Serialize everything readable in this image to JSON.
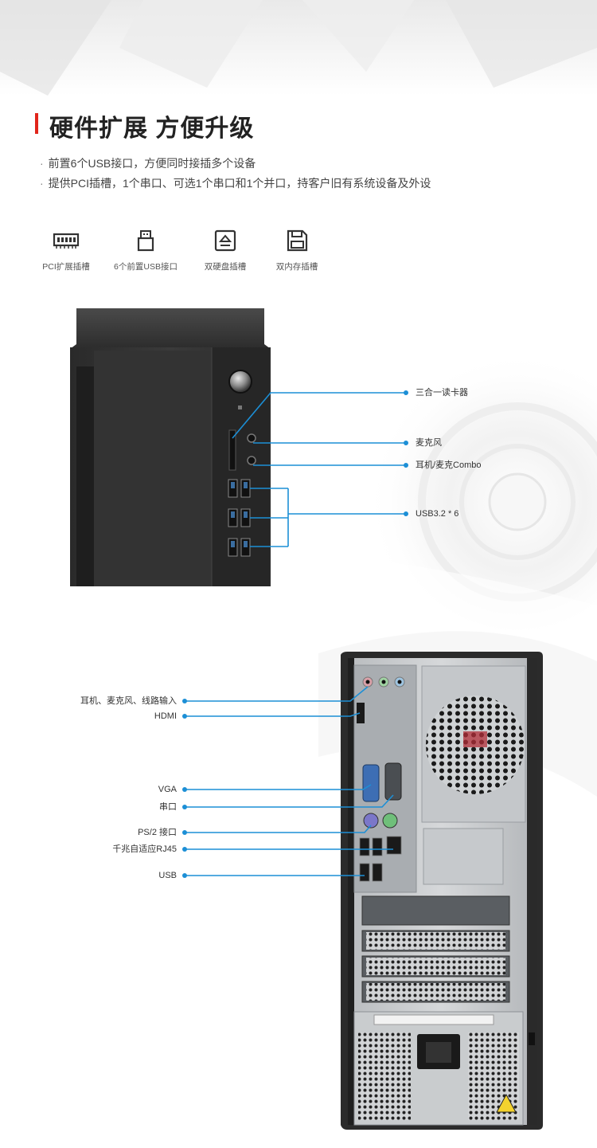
{
  "header": {
    "title": "硬件扩展 方便升级",
    "bullets": [
      "前置6个USB接口，方便同时接插多个设备",
      "提供PCI插槽，1个串口、可选1个串口和1个并口，持客户旧有系统设备及外设"
    ]
  },
  "features": [
    {
      "icon": "pci-slot-icon",
      "label": "PCI扩展插槽"
    },
    {
      "icon": "usb-port-icon",
      "label": "6个前置USB接口"
    },
    {
      "icon": "hard-drive-icon",
      "label": "双硬盘插槽"
    },
    {
      "icon": "memory-icon",
      "label": "双内存插槽"
    }
  ],
  "front_callouts": [
    {
      "label": "三合一读卡器"
    },
    {
      "label": "麦克风"
    },
    {
      "label": "耳机/麦克Combo"
    },
    {
      "label": "USB3.2 * 6"
    }
  ],
  "rear_callouts": [
    {
      "label": "耳机、麦克风、线路输入"
    },
    {
      "label": "HDMI"
    },
    {
      "label": "VGA"
    },
    {
      "label": "串口"
    },
    {
      "label": "PS/2 接口"
    },
    {
      "label": "千兆自适应RJ45"
    },
    {
      "label": "USB"
    }
  ],
  "colors": {
    "accent": "#e1251b",
    "callout_line": "#1c8fd6",
    "chassis": "#2b2b2b",
    "metal": "#c9ccce"
  }
}
